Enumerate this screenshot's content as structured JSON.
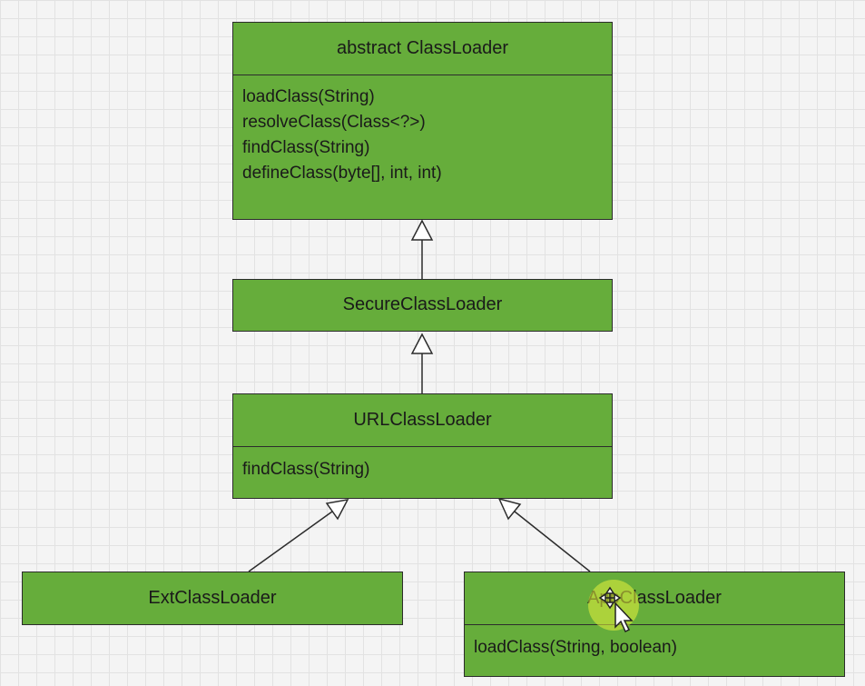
{
  "classes": {
    "classloader": {
      "name": "abstract ClassLoader",
      "methods": [
        "loadClass(String)",
        "resolveClass(Class<?>)",
        "findClass(String)",
        "defineClass(byte[], int, int)"
      ]
    },
    "secure": {
      "name": "SecureClassLoader"
    },
    "url": {
      "name": "URLClassLoader",
      "methods": [
        "findClass(String)"
      ]
    },
    "ext": {
      "name": "ExtClassLoader"
    },
    "app": {
      "name": "AppClassLoader",
      "methods": [
        "loadClass(String, boolean)"
      ]
    }
  },
  "colors": {
    "box_fill": "#66ad3b",
    "border": "#2c2c2c",
    "grid": "#e2e2e2",
    "cursor_highlight": "#e6f03c"
  },
  "icons": [
    "move-cursor-icon"
  ]
}
